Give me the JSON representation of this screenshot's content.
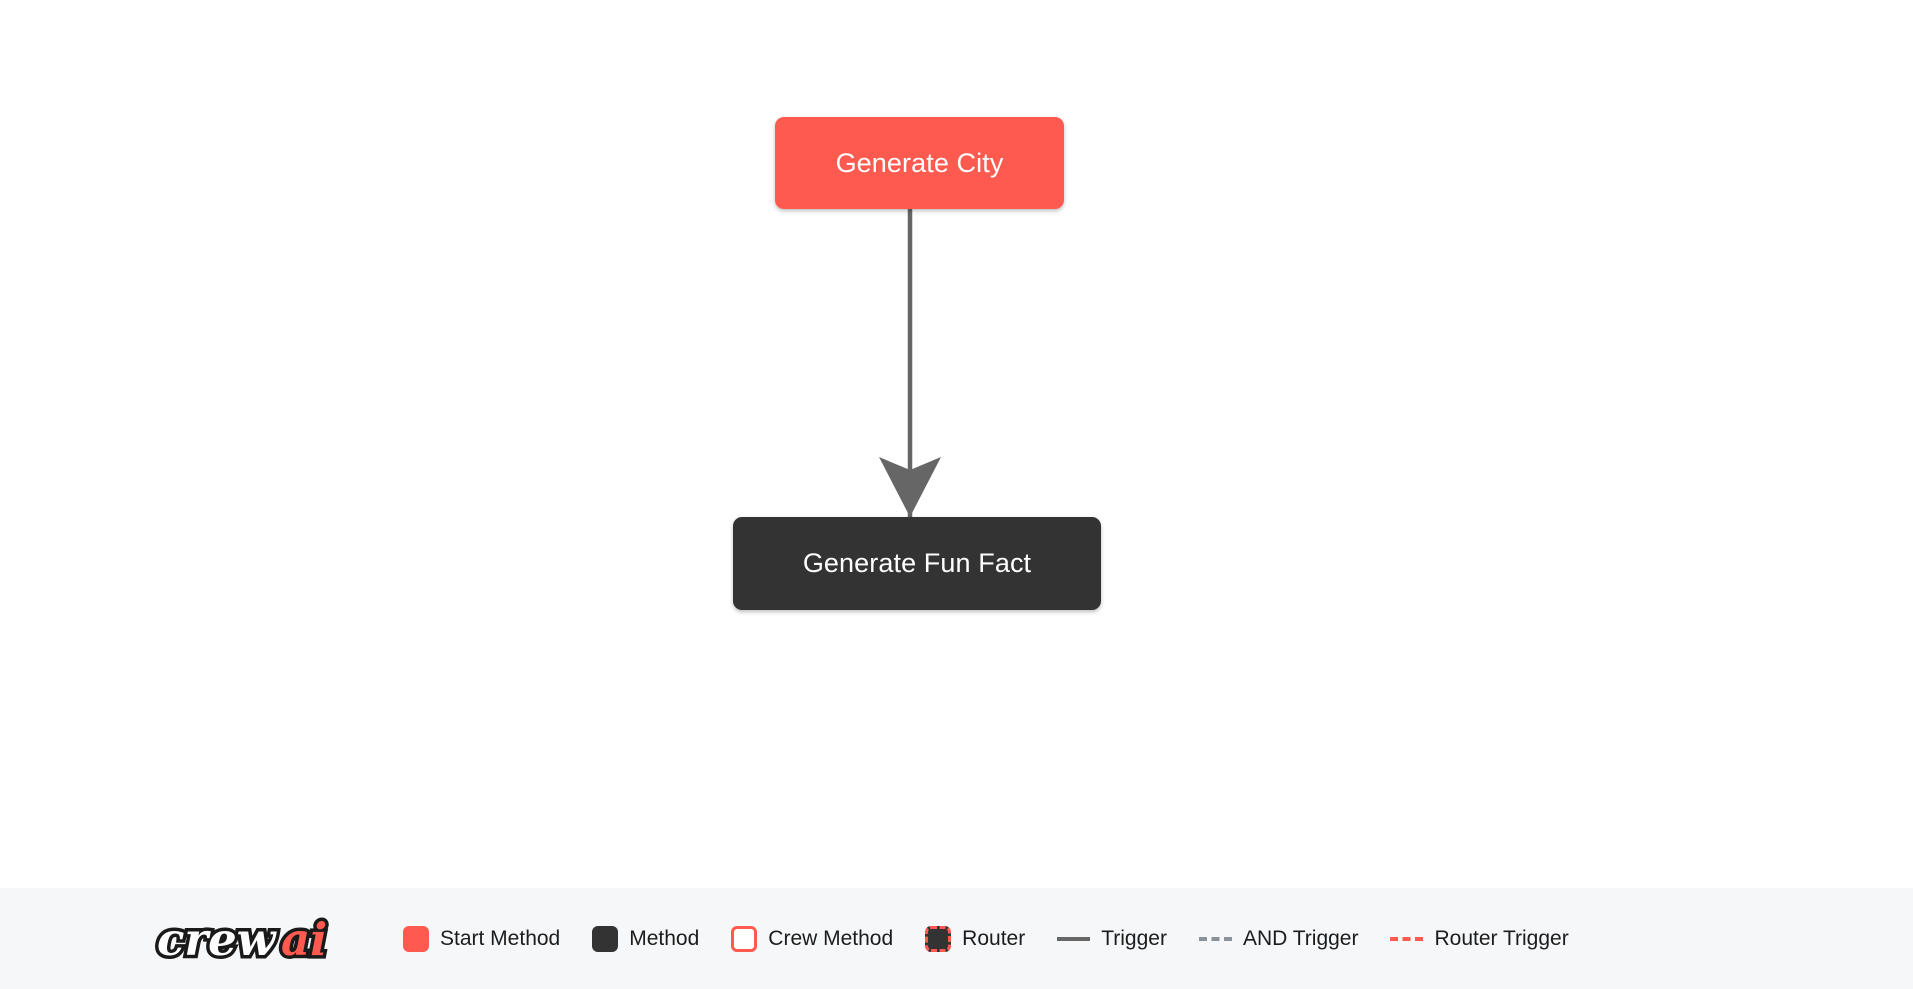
{
  "canvas": {
    "nodes": [
      {
        "id": "generate-city",
        "label": "Generate City",
        "type": "start-method",
        "color": "#ff5a50",
        "text_color": "#ffffff"
      },
      {
        "id": "generate-fun-fact",
        "label": "Generate Fun Fact",
        "type": "method",
        "color": "#333333",
        "text_color": "#ffffff"
      }
    ],
    "edges": [
      {
        "id": "edge-city-to-fun-fact",
        "from": "generate-city",
        "to": "generate-fun-fact",
        "type": "trigger",
        "style": "solid",
        "color": "#666666"
      }
    ]
  },
  "legend": {
    "logo": {
      "name": "crewai-logo",
      "text_primary": "crew",
      "text_accent": "ai",
      "primary_color": "#ffffff",
      "accent_color": "#ff5a50",
      "outline_color": "#1a1a1a"
    },
    "swatches": [
      {
        "name": "start-method",
        "label": "Start Method",
        "fill": "#ff5a50",
        "border": "none"
      },
      {
        "name": "method",
        "label": "Method",
        "fill": "#333333",
        "border": "none"
      },
      {
        "name": "crew-method",
        "label": "Crew Method",
        "fill": "#ffffff",
        "border": "solid #ff5a50"
      },
      {
        "name": "router",
        "label": "Router",
        "fill": "#333333",
        "border": "dashed #ff5a50"
      }
    ],
    "lines": [
      {
        "name": "trigger",
        "label": "Trigger",
        "style": "solid",
        "color": "#666666"
      },
      {
        "name": "and-trigger",
        "label": "AND Trigger",
        "style": "dashed",
        "color": "#8a9199"
      },
      {
        "name": "router-trigger",
        "label": "Router Trigger",
        "style": "dashed",
        "color": "#ff5a50"
      }
    ]
  }
}
